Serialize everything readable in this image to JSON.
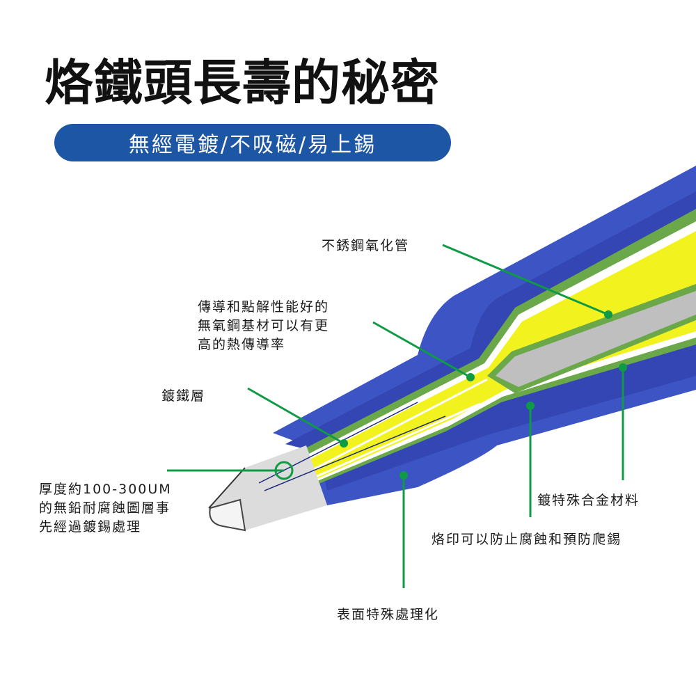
{
  "header": {
    "title": "烙鐵頭長壽的秘密",
    "subtitle": "無經電鍍/不吸磁/易上錫"
  },
  "colors": {
    "pill": "#1e56a6",
    "shell": "#3d55c4",
    "yellow": "#f2f21e",
    "green": "#6aa84a",
    "core": "#bfbfbf",
    "tip": "#dcdcdc",
    "leader": "#0f9a46"
  },
  "labels": {
    "stainless_tube": "不銹鋼氧化管",
    "copper_core": [
      "傳導和點解性能好的",
      "無氧鋼基材可以有更",
      "高的熱傳導率"
    ],
    "iron_plating": "鍍鐵層",
    "tin_layer": [
      "厚度約100-300UM",
      "的無鉛耐腐蝕圖層事",
      "先經過鍍錫處理"
    ],
    "special_alloy": "鍍特殊合金材料",
    "imprint": "烙印可以防止腐蝕和預防爬錫",
    "surface_treatment": "表面特殊處理化"
  }
}
